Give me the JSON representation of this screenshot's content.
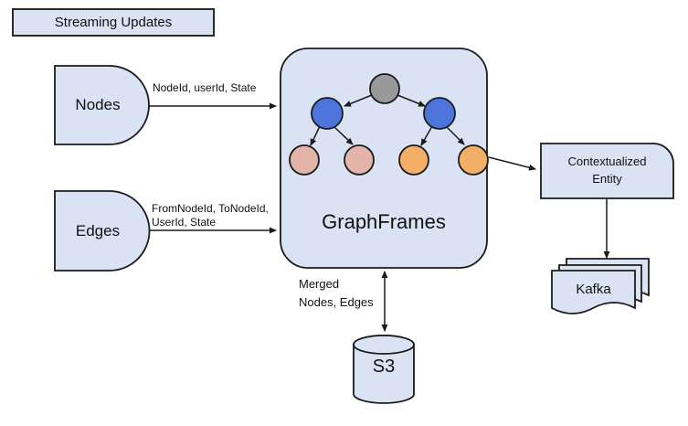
{
  "diagram": {
    "title": "Streaming Updates",
    "shapes": {
      "title_box": {
        "label": "Streaming Updates",
        "shape": "rectangle"
      },
      "nodes": {
        "label": "Nodes",
        "shape": "half-round"
      },
      "edges": {
        "label": "Edges",
        "shape": "half-round"
      },
      "graphframes": {
        "label": "GraphFrames",
        "shape": "rounded-rect"
      },
      "contextualized_entity": {
        "label": "Contextualized Entity",
        "shape": "card"
      },
      "kafka": {
        "label": "Kafka",
        "shape": "document-stack"
      },
      "s3": {
        "label": "S3",
        "shape": "cylinder"
      }
    },
    "connections": [
      {
        "from": "Nodes",
        "to": "GraphFrames",
        "label_lines": [
          "NodeId, userId, State"
        ]
      },
      {
        "from": "Edges",
        "to": "GraphFrames",
        "label_lines": [
          "FromNodeId, ToNodeId,",
          "UserId, State"
        ]
      },
      {
        "from": "GraphFrames",
        "to": "Contextualized Entity",
        "label_lines": []
      },
      {
        "from": "Contextualized Entity",
        "to": "Kafka",
        "label_lines": []
      },
      {
        "from": "GraphFrames",
        "to": "S3",
        "bidirectional": true,
        "label_lines": [
          "Merged",
          "Nodes, Edges"
        ]
      }
    ],
    "tree": {
      "root": {
        "color": "#999999"
      },
      "level2": [
        {
          "color": "#4d74da"
        },
        {
          "color": "#4d74da"
        }
      ],
      "leaves": [
        {
          "color": "#e2b4aa"
        },
        {
          "color": "#e2b4aa"
        },
        {
          "color": "#f3af68"
        },
        {
          "color": "#f3af68"
        }
      ]
    },
    "colors": {
      "shape_fill": "#d9e3f3",
      "stroke": "#1b1b1b",
      "background": "#ffffff",
      "node_gray": "#999999",
      "node_blue": "#4d74da",
      "node_pink": "#e2b4aa",
      "node_orange": "#f3af68"
    }
  }
}
